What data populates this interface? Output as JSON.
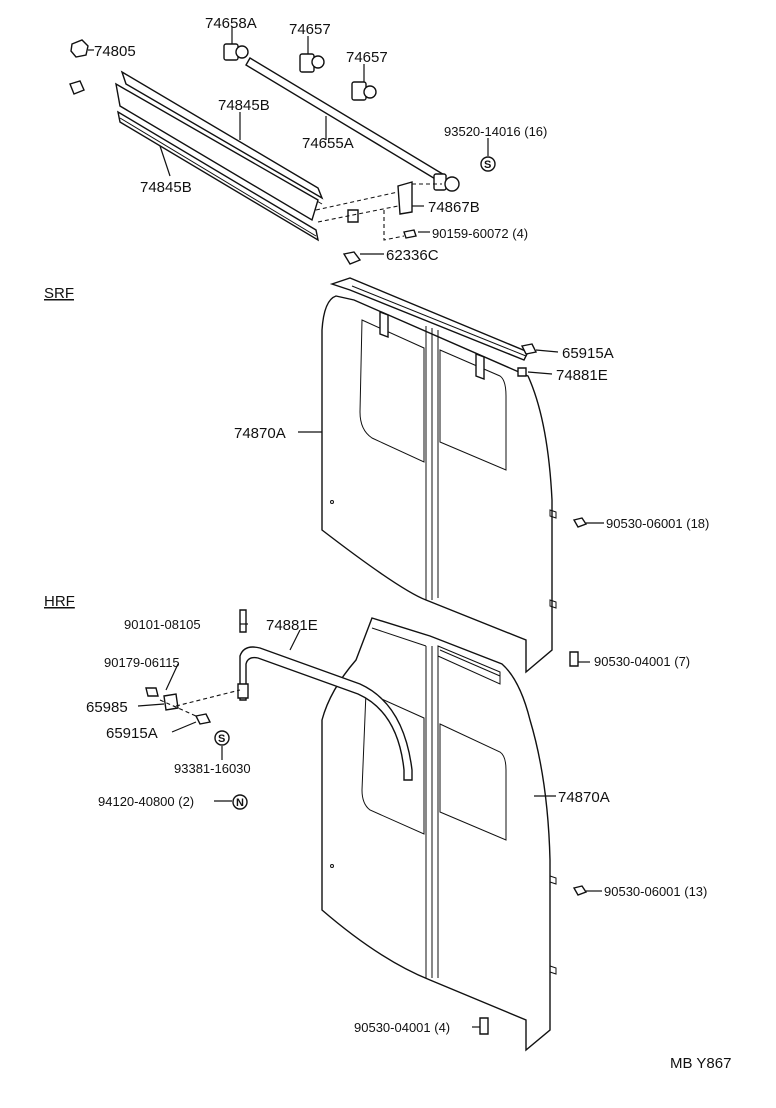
{
  "sections": {
    "srf": "SRF",
    "hrf": "HRF"
  },
  "parts": {
    "p74658A": "74658A",
    "p74657a": "74657",
    "p74657b": "74657",
    "p74805": "74805",
    "p74845Ba": "74845B",
    "p74845Bb": "74845B",
    "p74655A": "74655A",
    "p93520": "93520-14016 (16)",
    "p74867B": "74867B",
    "p90159": "90159-60072 (4)",
    "p62336C": "62336C",
    "p65915A_srf": "65915A",
    "p74881E_srf": "74881E",
    "p74870A_srf": "74870A",
    "p90530_18": "90530-06001 (18)",
    "p90101": "90101-08105",
    "p74881E_hrf": "74881E",
    "p90179": "90179-06115",
    "p65985": "65985",
    "p65915A_hrf": "65915A",
    "p93381": "93381-16030",
    "p94120": "94120-40800 (2)",
    "p90530_7": "90530-04001 (7)",
    "p74870A_hrf": "74870A",
    "p90530_13": "90530-06001 (13)",
    "p90530_4": "90530-04001 (4)"
  },
  "symbols": {
    "s": "S",
    "n": "N"
  },
  "footer_code": "MB Y867"
}
